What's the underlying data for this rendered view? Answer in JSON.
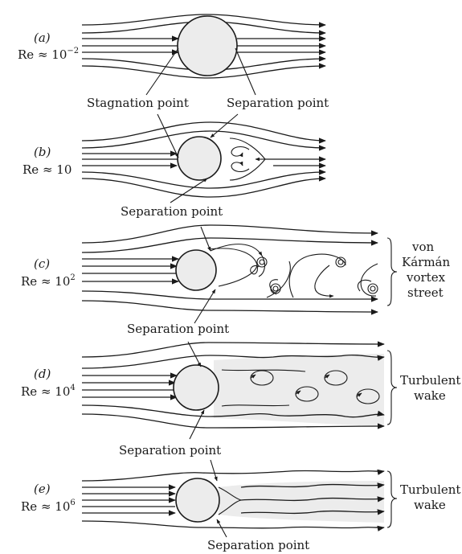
{
  "panels": [
    {
      "letter": "(a)",
      "re_base": "Re ≈ 10",
      "re_exp": "−2"
    },
    {
      "letter": "(b)",
      "re_base": "Re ≈ 10",
      "re_exp": ""
    },
    {
      "letter": "(c)",
      "re_base": "Re ≈ 10",
      "re_exp": "2"
    },
    {
      "letter": "(d)",
      "re_base": "Re ≈ 10",
      "re_exp": "4"
    },
    {
      "letter": "(e)",
      "re_base": "Re ≈ 10",
      "re_exp": "6"
    }
  ],
  "labels": {
    "stagnation_point": "Stagnation point",
    "separation_point": "Separation point",
    "vortex_street": [
      "von",
      "Kármán",
      "vortex",
      "street"
    ],
    "turbulent_wake": [
      "Turbulent",
      "wake"
    ]
  }
}
